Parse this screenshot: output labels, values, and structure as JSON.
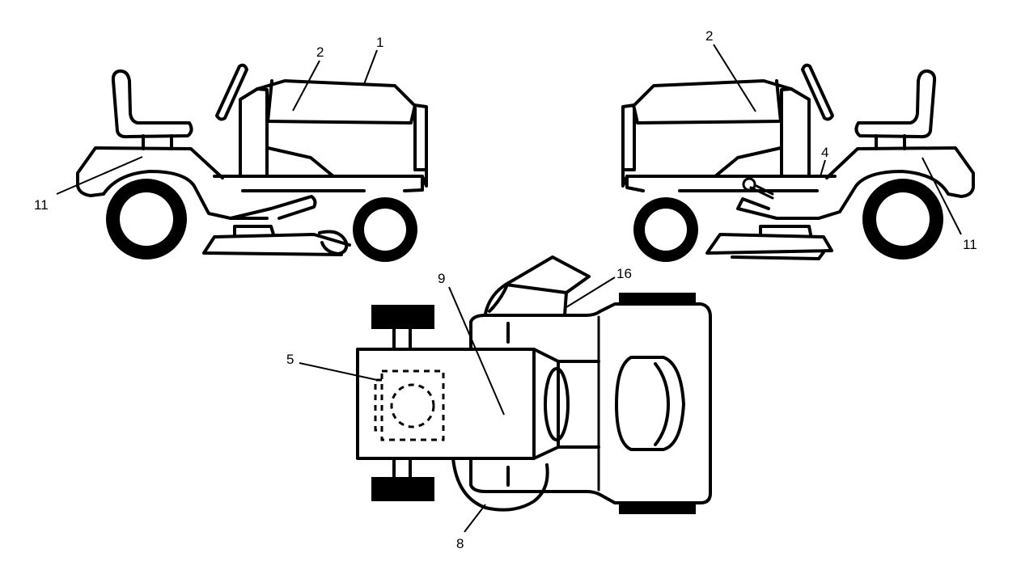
{
  "callouts": {
    "left_view": {
      "c1": "1",
      "c2": "2",
      "c11": "11"
    },
    "right_view": {
      "c2": "2",
      "c4": "4",
      "c11": "11"
    },
    "top_view": {
      "c5": "5",
      "c8": "8",
      "c9": "9",
      "c16": "16"
    }
  }
}
